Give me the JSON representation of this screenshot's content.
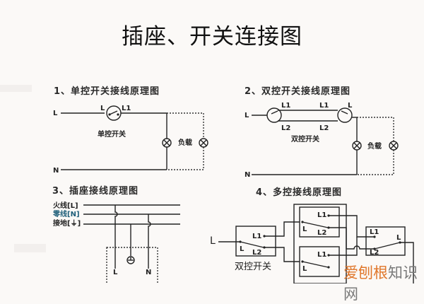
{
  "title": "插座、开关连接图",
  "sections": [
    {
      "heading": "1、单控开关接线原理图",
      "labels": {
        "line": "L",
        "neutral": "N",
        "switch_in": "L",
        "switch_out": "L1",
        "switch_name": "单控开关",
        "load": "负载"
      }
    },
    {
      "heading": "2、双控开关接线原理图",
      "labels": {
        "line": "L",
        "neutral": "N",
        "sw1_l1": "L1",
        "sw1_l2": "L2",
        "sw2_l1": "L1",
        "sw2_l2": "L2",
        "sw2_out": "L",
        "switch_name": "双控开关",
        "load": "负载"
      }
    },
    {
      "heading": "3、插座接线原理图",
      "labels": {
        "live": "火线[L]",
        "neutral": "零线[N]",
        "ground": "接地[⏚]",
        "socket_l": "L",
        "socket_n": "N",
        "ground_symbol": "⏚"
      }
    },
    {
      "heading": "4、多控接线原理图",
      "labels": {
        "input": "L",
        "left_switch_name": "双控开关",
        "l1": "L1",
        "l2": "L2",
        "l": "L"
      }
    }
  ],
  "watermark": {
    "part1": "爱刨根",
    "part2": "知识网",
    "color1": "#e0762a",
    "color2": "#7a7a7a"
  }
}
